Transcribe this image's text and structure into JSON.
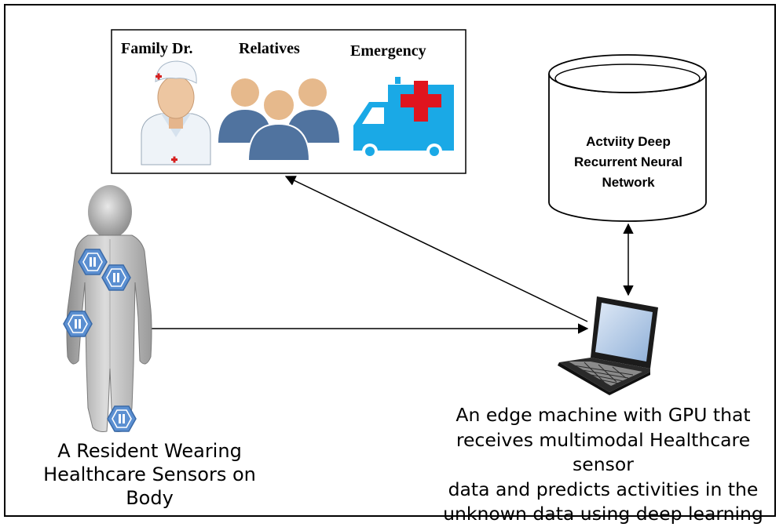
{
  "contacts": {
    "family_doctor": "Family Dr.",
    "relatives": "Relatives",
    "emergency": "Emergency"
  },
  "database": {
    "lines": [
      "Actviity Deep",
      "Recurrent Neural",
      "Network"
    ]
  },
  "resident": {
    "caption_lines": [
      "A Resident Wearing",
      "Healthcare Sensors on Body"
    ]
  },
  "edge_machine": {
    "caption_lines": [
      "An edge machine with GPU that",
      "receives multimodal Healthcare sensor",
      "data and predicts activities in the",
      "unknown data using deep learning"
    ]
  },
  "colors": {
    "sensor": "#5b8fd1",
    "relatives": "#e6b98c",
    "relatives_body": "#50739f",
    "ambulance": "#1aa9e6",
    "red_cross": "#e0141e"
  }
}
